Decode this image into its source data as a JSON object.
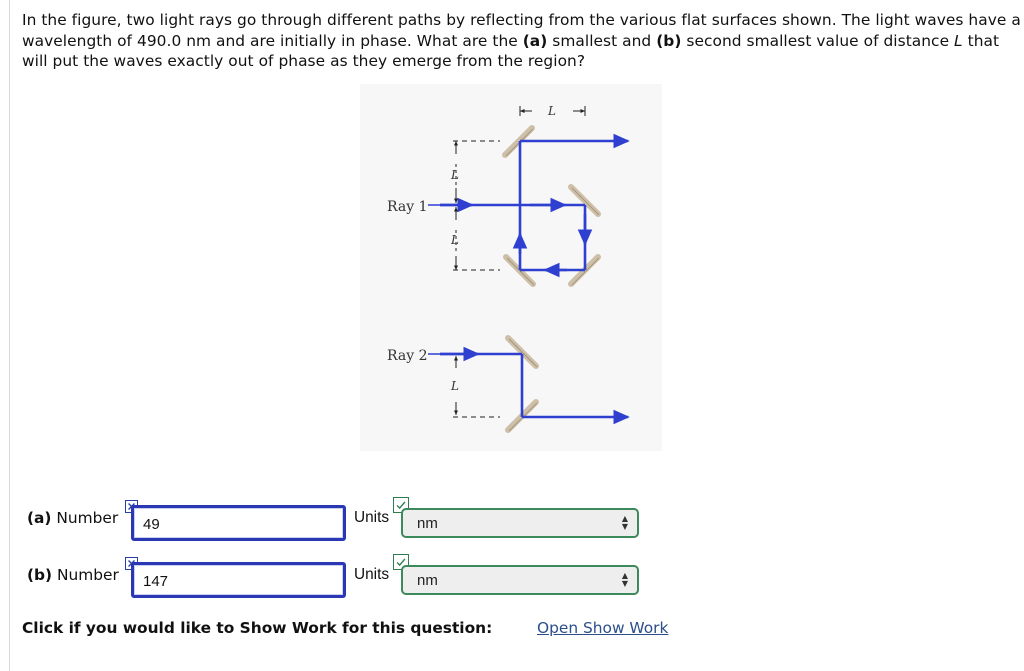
{
  "question": {
    "segments": [
      {
        "text": "In the figure, two light rays go through different paths by reflecting from the various flat surfaces shown. The light waves have a wavelength of 490.0 nm and are initially in phase. What are the ",
        "bold": false
      },
      {
        "text": "(a)",
        "bold": true
      },
      {
        "text": " smallest and ",
        "bold": false
      },
      {
        "text": "(b)",
        "bold": true
      },
      {
        "text": " second smallest value of distance ",
        "bold": false
      },
      {
        "text": "L",
        "italic": true
      },
      {
        "text": " that will put the waves exactly out of phase as they emerge from the region?",
        "bold": false
      }
    ]
  },
  "figure": {
    "ray1_label": "Ray 1",
    "ray2_label": "Ray 2",
    "dimension_label": "L",
    "ray_color": "#2f3fd0",
    "mirror_color": "#cdbfa8"
  },
  "answers": {
    "a": {
      "part": "(a)",
      "label": "Number",
      "value": "49",
      "units_label": "Units",
      "units": "nm"
    },
    "b": {
      "part": "(b)",
      "label": "Number",
      "value": "147",
      "units_label": "Units",
      "units": "nm"
    }
  },
  "show_work": {
    "prompt": "Click if you would like to Show Work for this question:",
    "link": "Open Show Work"
  }
}
